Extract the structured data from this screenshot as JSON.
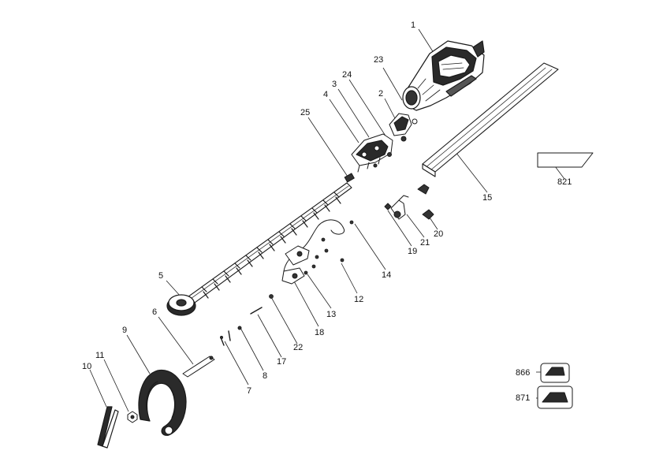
{
  "diagram": {
    "callouts": [
      {
        "id": "c1",
        "label": "1"
      },
      {
        "id": "c2",
        "label": "2"
      },
      {
        "id": "c3",
        "label": "3"
      },
      {
        "id": "c4",
        "label": "4"
      },
      {
        "id": "c5",
        "label": "5"
      },
      {
        "id": "c6",
        "label": "6"
      },
      {
        "id": "c7",
        "label": "7"
      },
      {
        "id": "c8",
        "label": "8"
      },
      {
        "id": "c9",
        "label": "9"
      },
      {
        "id": "c10",
        "label": "10"
      },
      {
        "id": "c11",
        "label": "11"
      },
      {
        "id": "c12",
        "label": "12"
      },
      {
        "id": "c13",
        "label": "13"
      },
      {
        "id": "c14",
        "label": "14"
      },
      {
        "id": "c15",
        "label": "15"
      },
      {
        "id": "c17",
        "label": "17"
      },
      {
        "id": "c18",
        "label": "18"
      },
      {
        "id": "c19",
        "label": "19"
      },
      {
        "id": "c20",
        "label": "20"
      },
      {
        "id": "c21",
        "label": "21"
      },
      {
        "id": "c22",
        "label": "22"
      },
      {
        "id": "c23",
        "label": "23"
      },
      {
        "id": "c24",
        "label": "24"
      },
      {
        "id": "c25",
        "label": "25"
      },
      {
        "id": "c821",
        "label": "821"
      },
      {
        "id": "c866",
        "label": "866"
      },
      {
        "id": "c871",
        "label": "871"
      }
    ]
  }
}
